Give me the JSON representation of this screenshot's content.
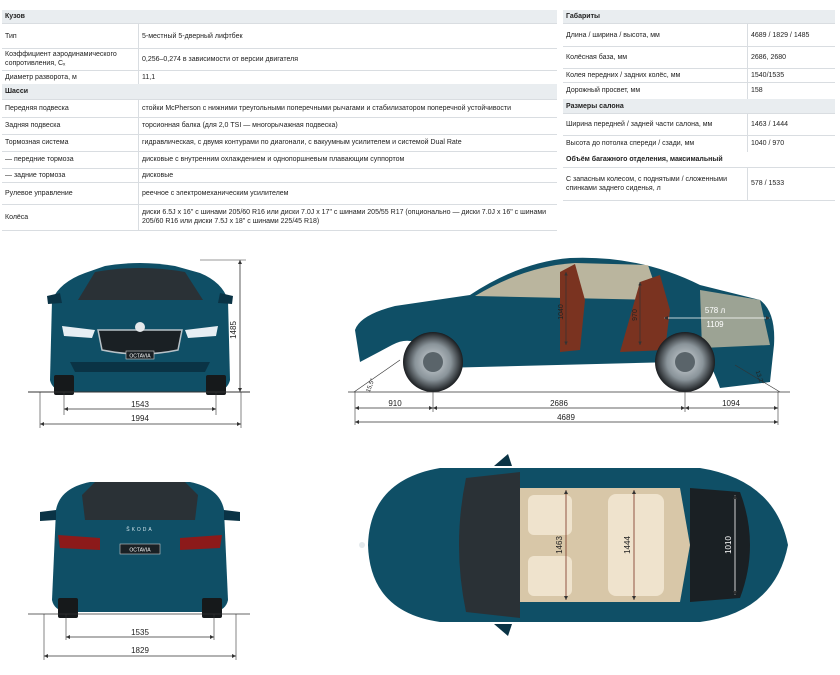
{
  "left_table": {
    "header": "Кузов",
    "rows": [
      {
        "label": "Тип",
        "value": "5-местный 5-дверный лифтбек"
      },
      {
        "label": "Коэффициент аэродинамического сопротивления, Cₓ",
        "value": "0,256–0,274 в зависимости от версии двигателя"
      },
      {
        "label": "Диаметр разворота, м",
        "value": "11,1"
      }
    ],
    "section2": "Шасси",
    "rows2": [
      {
        "label": "Передняя подвеска",
        "value": "стойки McPherson с нижними треугольными поперечными рычагами и стабилизатором поперечной устойчивости"
      },
      {
        "label": "Задняя подвеска",
        "value": "торсионная балка (для 2,0 TSI — многорычажная подвеска)"
      },
      {
        "label": "Тормозная система",
        "value": "гидравлическая, с двумя контурами по диагонали, с вакуумным усилителем и системой Dual Rate"
      },
      {
        "label": "— передние тормоза",
        "value": "дисковые с внутренним охлаждением и однопоршневым плавающим суппортом"
      },
      {
        "label": "— задние тормоза",
        "value": "дисковые"
      },
      {
        "label": "Рулевое управление",
        "value": "реечное с электромеханическим усилителем"
      },
      {
        "label": "Колёса",
        "value": "диски 6.5J x 16\" с шинами 205/60 R16 или диски 7.0J x 17\" с шинами 205/55 R17 (опционально — диски 7.0J x 16\" с шинами 205/60 R16 или диски 7.5J x 18\" с шинами 225/45 R18)"
      }
    ]
  },
  "right_table": {
    "header": "Габариты",
    "rows": [
      {
        "label": "Длина / ширина / высота, мм",
        "value": "4689 / 1829 / 1485"
      },
      {
        "label": "Колёсная база, мм",
        "value": "2686, 2680"
      },
      {
        "label": "Колея передних / задних колёс, мм",
        "value": "1540/1535"
      },
      {
        "label": "Дорожный просвет, мм",
        "value": "158"
      }
    ],
    "section2": "Размеры салона",
    "rows2": [
      {
        "label": "Ширина передней / задней части салона, мм",
        "value": "1463 / 1444"
      },
      {
        "label": "Высота до потолка спереди / сзади, мм",
        "value": "1040 / 970"
      }
    ],
    "section3": "Объём багажного отделения, максимальный",
    "rows3": [
      {
        "label": "С запасным колесом, с поднятыми / сложенными спинками заднего сиденья, л",
        "value": "578 / 1533"
      }
    ]
  },
  "diagrams": {
    "front": {
      "track": "1543",
      "width": "1994",
      "height": "1485",
      "badge": "OCTAVIA"
    },
    "side": {
      "overhang_front": "910",
      "wheelbase": "2686",
      "overhang_rear": "1094",
      "length": "4689",
      "angle_front": "15,5°",
      "angle_rear": "13,2°",
      "h_front": "1040",
      "h_rear": "970",
      "trunk_volume": "578 л",
      "trunk_length": "1109"
    },
    "rear": {
      "track": "1535",
      "width": "1829",
      "badge": "OCTAVIA",
      "brand": "ŠKODA"
    },
    "top": {
      "front_width": "1463",
      "rear_width": "1444",
      "trunk_width": "1010"
    }
  },
  "colors": {
    "car": "#0f4f66",
    "car_dark": "#0a3345",
    "glass": "#2a3136",
    "interior": "#d8c7a8",
    "seat_red": "#7a3320",
    "dim_line": "#333333"
  }
}
